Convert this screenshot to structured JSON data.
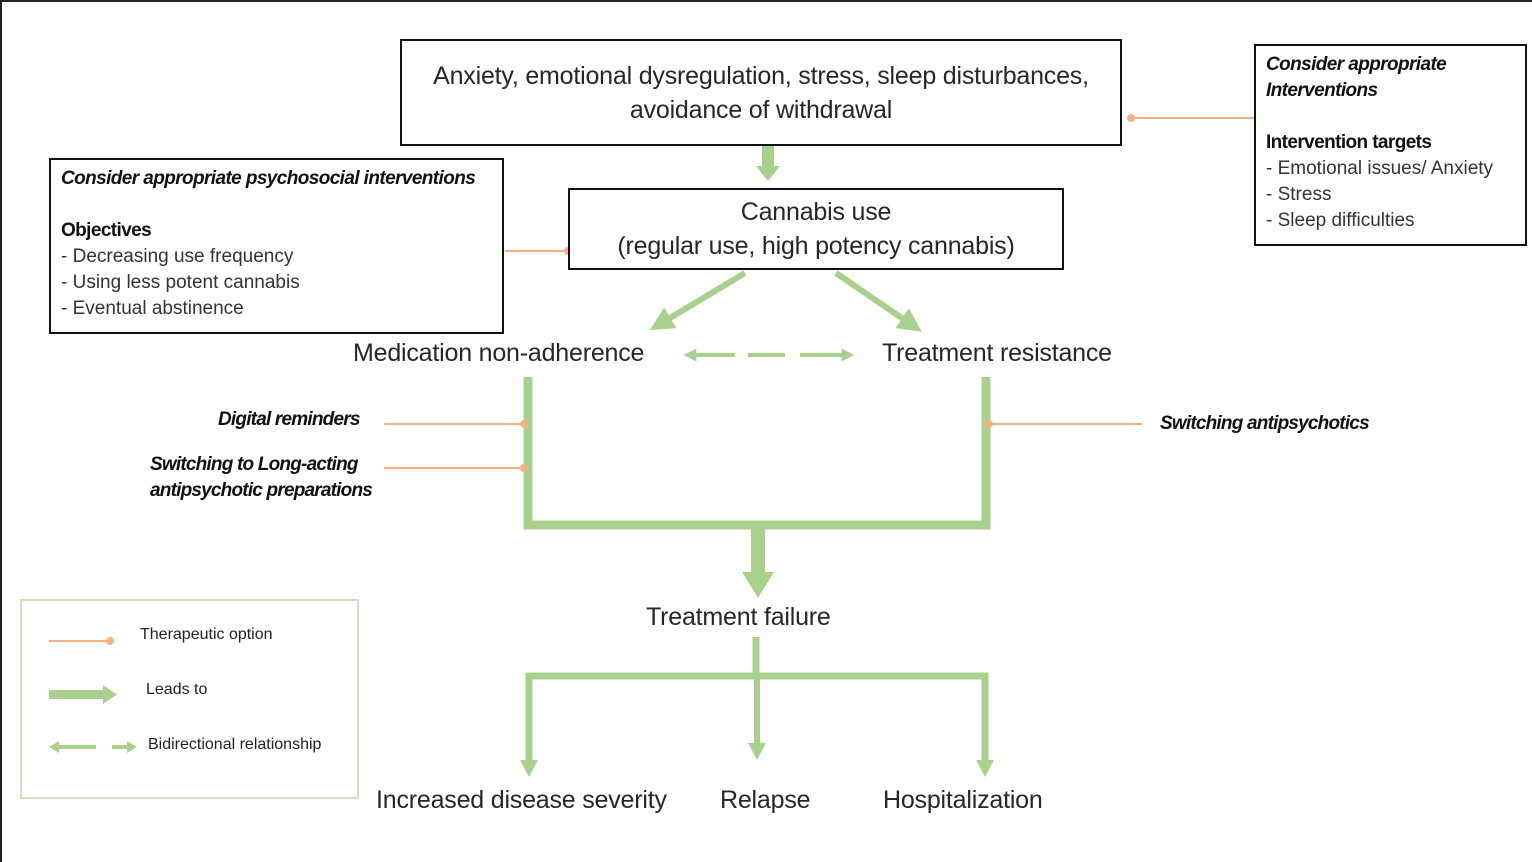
{
  "diagram": {
    "nodes": {
      "triggers": {
        "line1": "Anxiety, emotional dysregulation, stress, sleep disturbances,",
        "line2": "avoidance of withdrawal"
      },
      "cannabis": {
        "line1": "Cannabis use",
        "line2": "(regular use, high potency cannabis)"
      },
      "non_adherence": "Medication non-adherence",
      "treatment_resistance": "Treatment resistance",
      "treatment_failure": "Treatment failure",
      "outcomes": [
        "Increased disease severity",
        "Relapse",
        "Hospitalization"
      ]
    },
    "psychosocial_box": {
      "title": "Consider appropriate psychosocial interventions",
      "heading": "Objectives",
      "items": [
        "- Decreasing use frequency",
        "- Using less potent cannabis",
        "- Eventual abstinence"
      ]
    },
    "interventions_box": {
      "title_line1": "Consider appropriate",
      "title_line2": "Interventions",
      "heading": "Intervention targets",
      "items": [
        "- Emotional issues/ Anxiety",
        "- Stress",
        "- Sleep difficulties"
      ]
    },
    "therapeutic_options": {
      "digital_reminders": "Digital reminders",
      "long_acting_line1": "Switching to Long-acting",
      "long_acting_line2": "antipsychotic preparations",
      "switching_antipsychotics": "Switching antipsychotics"
    },
    "edges": [
      {
        "from": "triggers",
        "to": "cannabis",
        "type": "leads-to"
      },
      {
        "from": "cannabis",
        "to": "non_adherence",
        "type": "leads-to"
      },
      {
        "from": "cannabis",
        "to": "treatment_resistance",
        "type": "leads-to"
      },
      {
        "from": "non_adherence",
        "to": "treatment_resistance",
        "type": "bidirectional"
      },
      {
        "from": "non_adherence",
        "to": "treatment_failure",
        "type": "leads-to"
      },
      {
        "from": "treatment_resistance",
        "to": "treatment_failure",
        "type": "leads-to"
      },
      {
        "from": "treatment_failure",
        "to": "Increased disease severity",
        "type": "leads-to"
      },
      {
        "from": "treatment_failure",
        "to": "Relapse",
        "type": "leads-to"
      },
      {
        "from": "treatment_failure",
        "to": "Hospitalization",
        "type": "leads-to"
      },
      {
        "from": "psychosocial_box",
        "to": "cannabis",
        "type": "therapeutic-option"
      },
      {
        "from": "interventions_box",
        "to": "triggers",
        "type": "therapeutic-option"
      },
      {
        "from": "digital_reminders",
        "to": "non_adherence",
        "type": "therapeutic-option"
      },
      {
        "from": "long_acting",
        "to": "non_adherence",
        "type": "therapeutic-option"
      },
      {
        "from": "switching_antipsychotics",
        "to": "treatment_resistance",
        "type": "therapeutic-option"
      }
    ]
  },
  "legend": {
    "therapeutic_option": "Therapeutic option",
    "leads_to": "Leads to",
    "bidirectional": "Bidirectional relationship"
  },
  "colors": {
    "leads_to_green": "#a9d18e",
    "therapeutic_orange": "#f4b183",
    "box_border": "#111111"
  }
}
